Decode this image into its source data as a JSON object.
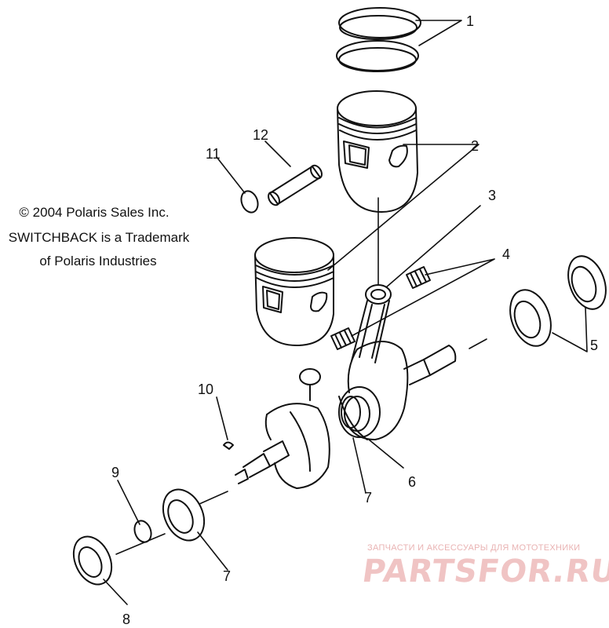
{
  "notes": {
    "copyright": "© 2004 Polaris Sales Inc.",
    "trademark_line1": "SWITCHBACK is a Trademark",
    "trademark_line2": "of Polaris Industries"
  },
  "callouts": {
    "c1": "1",
    "c2": "2",
    "c3": "3",
    "c4": "4",
    "c5": "5",
    "c6": "6",
    "c7a": "7",
    "c7b": "7",
    "c8": "8",
    "c9": "9",
    "c10": "10",
    "c11": "11",
    "c12": "12"
  },
  "watermark": {
    "tagline": "ЗАПЧАСТИ И АКСЕССУАРЫ ДЛЯ МОТОТЕХНИКИ",
    "brand": "PARTSFOR.RU"
  },
  "colors": {
    "line": "#111111",
    "watermark": "#f0c4c4"
  }
}
